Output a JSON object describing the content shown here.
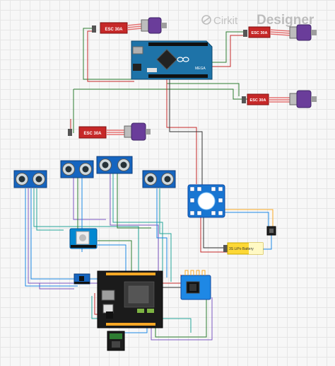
{
  "branding": {
    "cirkit": "Cirkit",
    "designer": "Designer",
    "logo_icon": "cirkit-logo-icon"
  },
  "esc": {
    "top_label": "ESC 30A",
    "right_top_label": "ESC 30A",
    "right_mid_label": "ESC 30A",
    "left_label": "ESC 30A"
  },
  "arduino": {
    "mega_label": "MEGA",
    "logo_icon": "infinity-icon"
  },
  "battery": {
    "label": "3S LiPo Battery"
  },
  "colors": {
    "wire_red": "#c62828",
    "wire_black": "#333333",
    "wire_green": "#2e7d32",
    "wire_teal": "#26a69a",
    "wire_purple": "#7e57c2",
    "wire_blue": "#1e88e5",
    "wire_yellow": "#f9a825",
    "esc_red": "#c62828",
    "board_blue": "#1565c0",
    "board_black": "#222222"
  }
}
